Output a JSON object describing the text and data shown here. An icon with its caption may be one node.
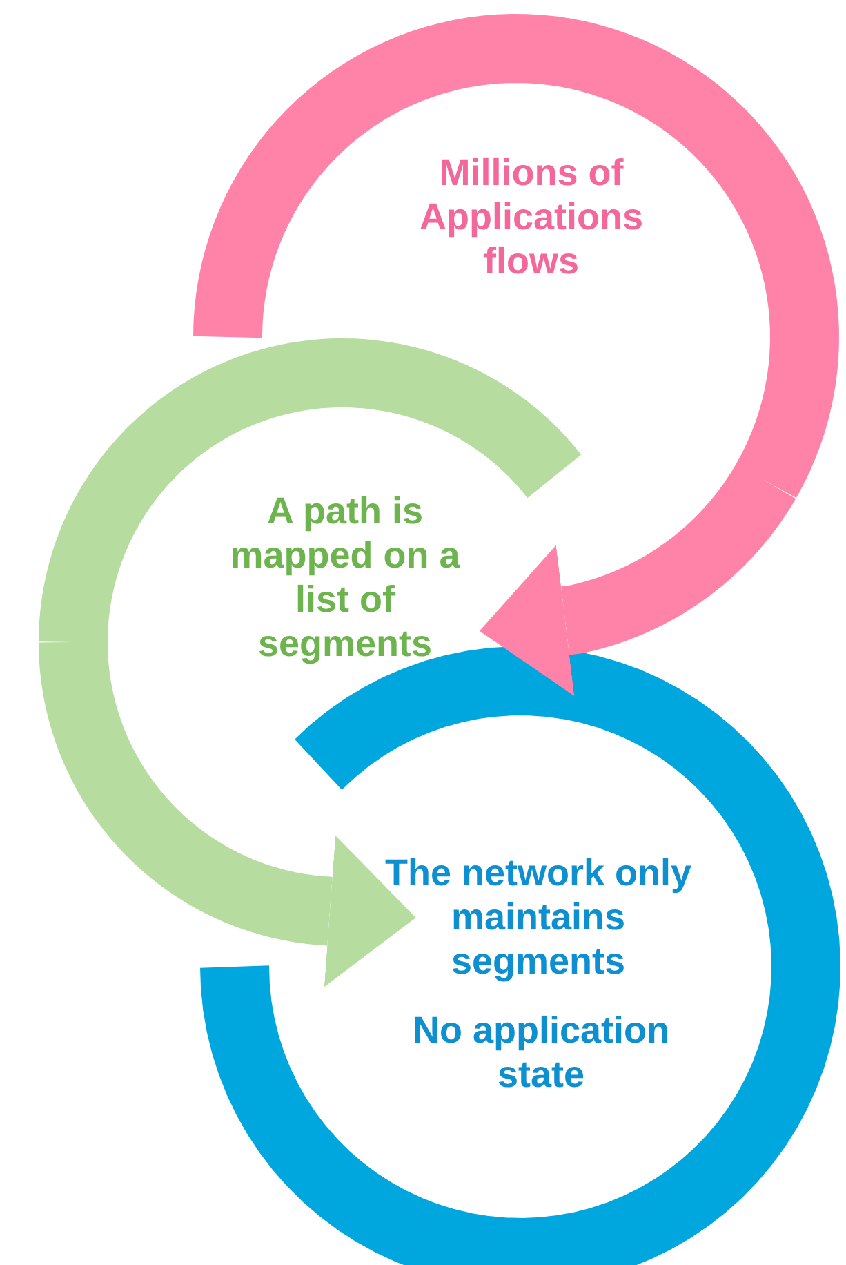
{
  "diagram": {
    "nodes": [
      {
        "text": [
          "Millions of Applications flows"
        ]
      },
      {
        "text": [
          "A path is mapped on a list of segments"
        ]
      },
      {
        "text": [
          "The network only maintains segments",
          "No application state"
        ]
      }
    ],
    "edges": [
      {
        "from": 0,
        "to": 1,
        "arrow": "to",
        "color": "#ff82a9"
      },
      {
        "from": 1,
        "to": 2,
        "arrow": "to",
        "color": "#b6dca0"
      }
    ]
  }
}
